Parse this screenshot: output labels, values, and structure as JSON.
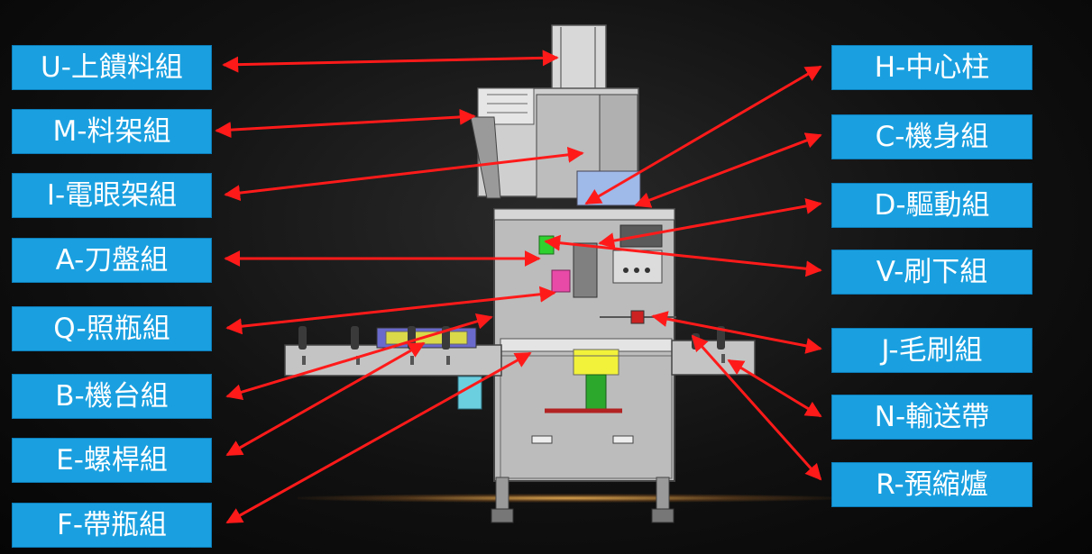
{
  "labels": {
    "U": "U-上饋料組",
    "M": "M-料架組",
    "I": "I-電眼架組",
    "A": "A-刀盤組",
    "Q": "Q-照瓶組",
    "B": "B-機台組",
    "E": "E-螺桿組",
    "F": "F-帶瓶組",
    "H": "H-中心柱",
    "C": "C-機身組",
    "D": "D-驅動組",
    "V": "V-刷下組",
    "J": "J-毛刷組",
    "N": "N-輸送帶",
    "R": "R-預縮爐"
  },
  "colors": {
    "label_bg": "#1aa0e0",
    "arrow": "#ff1a1a",
    "background": "#111111"
  }
}
